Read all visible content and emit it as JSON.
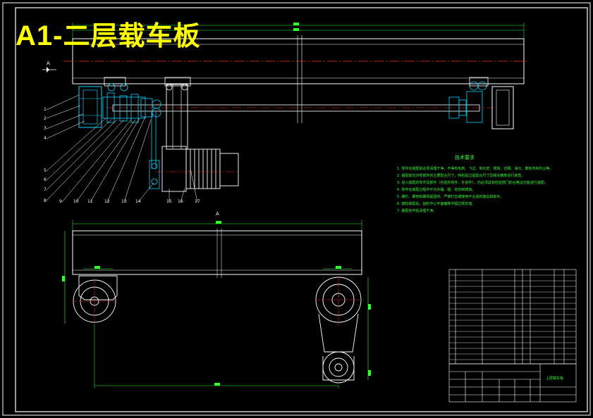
{
  "drawing": {
    "title_prefix": "A1-",
    "title_main": "二层载车板",
    "section_mark": "A",
    "view_mark": "A"
  },
  "colors": {
    "background": "#000000",
    "title": "#ffff00",
    "outline": "#ffffff",
    "dimension": "#33ff33",
    "centerline": "#ff2a2a",
    "component": "#00d8ff",
    "frame": "#ffffff"
  },
  "leader_labels_left": [
    "1",
    "2",
    "3",
    "4"
  ],
  "leader_labels_bottom": [
    "5",
    "6",
    "7",
    "8",
    "9",
    "10",
    "11",
    "12",
    "13",
    "14",
    "15",
    "16",
    "17"
  ],
  "requirements": {
    "heading": "技术要求",
    "lines": [
      "1. 零件在装配前必须清理干净，不得有毛刺、飞边、氧化皮、锈蚀、切屑、油污、着色剂和灰尘等。",
      "2. 装配前应对零部件的主要配合尺寸，特别是过盈配合尺寸及相关精度进行复查。",
      "3. 进入装配的零件及部件（包括外购件、外协件），均必须具有检验部门的合格证方能进行装配。",
      "4. 零件在装配过程中不允许磕、碰、划伤和锈蚀。",
      "5. 螺钉、螺栓和螺母紧固时，严禁打击或使用不合适的旋具和扳手。",
      "6. 链轮装配后，齿轮中心平面偏移不超过规定值。",
      "7. 装配完毕后清理干净。"
    ]
  },
  "title_block": {
    "drawing_name": "上层载车板"
  }
}
